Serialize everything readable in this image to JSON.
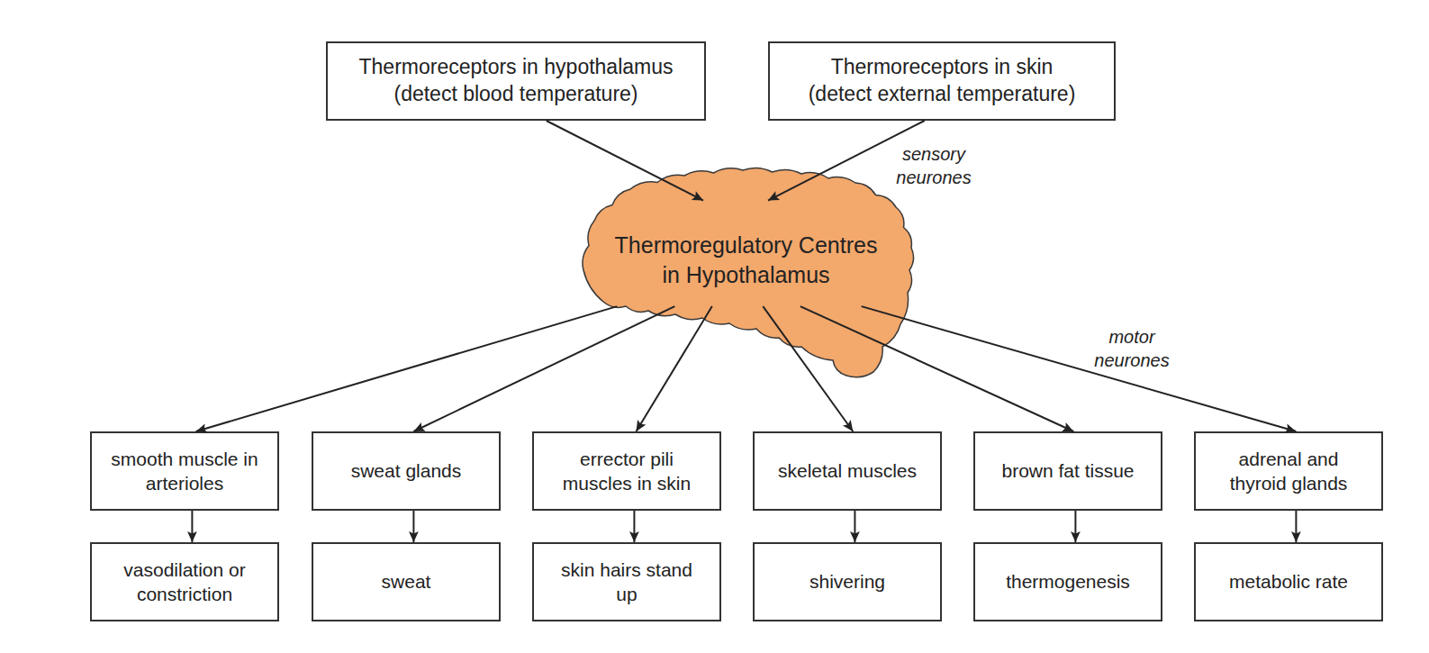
{
  "diagram": {
    "nodes": [
      {
        "text": [
          "Thermoreceptors in hypothalamus (detect blood temperature)"
        ]
      },
      {
        "text": [
          "Thermoreceptors in skin (detect external temperature)"
        ]
      },
      {
        "text": [
          "Thermoregulatory Centres in Hypothalamus"
        ]
      },
      {
        "text": [
          "smooth muscle in arterioles"
        ]
      },
      {
        "text": [
          "sweat glands"
        ]
      },
      {
        "text": [
          "errector pili muscles in skin"
        ]
      },
      {
        "text": [
          "skeletal muscles"
        ]
      },
      {
        "text": [
          "brown fat tissue"
        ]
      },
      {
        "text": [
          "adrenal and thyroid glands"
        ]
      },
      {
        "text": [
          "vasodilation or constriction"
        ]
      },
      {
        "text": [
          "sweat"
        ]
      },
      {
        "text": [
          "skin hairs stand up"
        ]
      },
      {
        "text": [
          "shivering"
        ]
      },
      {
        "text": [
          "thermogenesis"
        ]
      },
      {
        "text": [
          "metabolic rate"
        ]
      }
    ],
    "edges": [
      {
        "from": 0,
        "to": 2,
        "arrow": "to"
      },
      {
        "from": 1,
        "to": 2,
        "arrow": "to"
      },
      {
        "from": 2,
        "to": 3,
        "arrow": "to"
      },
      {
        "from": 2,
        "to": 4,
        "arrow": "to"
      },
      {
        "from": 2,
        "to": 5,
        "arrow": "to"
      },
      {
        "from": 2,
        "to": 6,
        "arrow": "to"
      },
      {
        "from": 2,
        "to": 7,
        "arrow": "to"
      },
      {
        "from": 2,
        "to": 8,
        "arrow": "to"
      },
      {
        "from": 3,
        "to": 9,
        "arrow": "to"
      },
      {
        "from": 4,
        "to": 10,
        "arrow": "to"
      },
      {
        "from": 5,
        "to": 11,
        "arrow": "to"
      },
      {
        "from": 6,
        "to": 12,
        "arrow": "to"
      },
      {
        "from": 7,
        "to": 13,
        "arrow": "to"
      },
      {
        "from": 8,
        "to": 14,
        "arrow": "to"
      }
    ],
    "labels": [
      "sensory neurones",
      "motor neurones"
    ]
  }
}
